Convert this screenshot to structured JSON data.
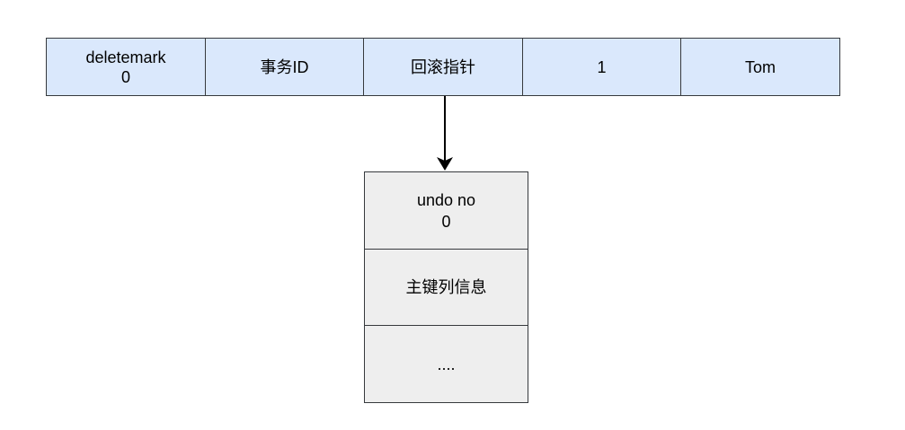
{
  "colors": {
    "record_fill": "#dae8fc",
    "undo_fill": "#eeeeee",
    "stroke": "#36393d",
    "arrow": "#000000"
  },
  "record": {
    "cells": [
      {
        "label": "deletemark\n0"
      },
      {
        "label": "事务ID"
      },
      {
        "label": "回滚指针"
      },
      {
        "label": "1"
      },
      {
        "label": "Tom"
      }
    ]
  },
  "undo_record": {
    "cells": [
      {
        "label": "undo no\n0"
      },
      {
        "label": "主键列信息"
      },
      {
        "label": "...."
      }
    ]
  }
}
